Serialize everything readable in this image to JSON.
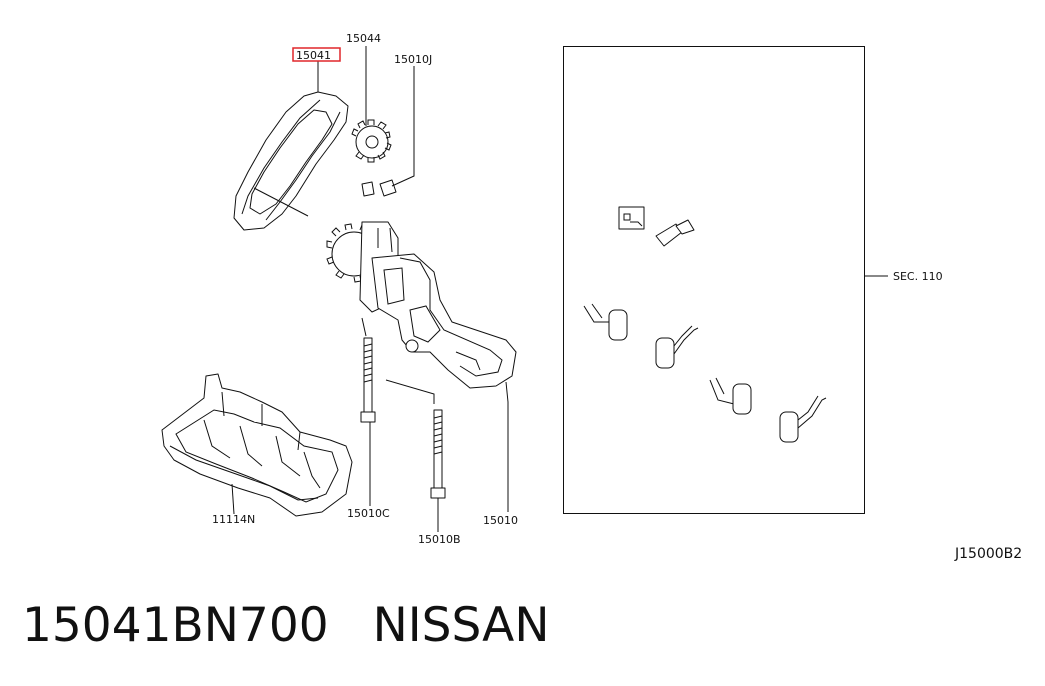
{
  "callouts": {
    "p15041": "15041",
    "p15044": "15044",
    "p15010J": "15010J",
    "sec110": "SEC. 110",
    "p11114N": "11114N",
    "p15010C": "15010C",
    "p15010B": "15010B",
    "p15010": "15010"
  },
  "diagram_code": "J15000B2",
  "footer": {
    "part_number": "15041BN700",
    "brand": "NISSAN"
  },
  "colors": {
    "highlight": "#e0262a",
    "line": "#111111"
  }
}
